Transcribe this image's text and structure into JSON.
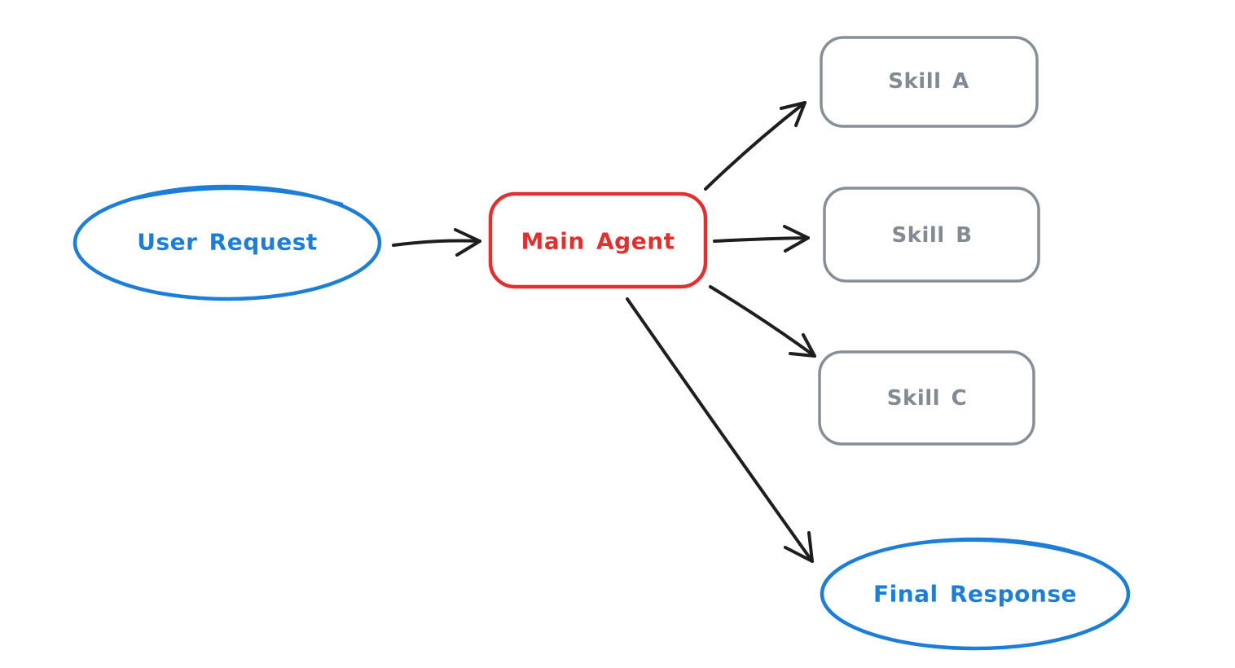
{
  "diagram": {
    "background_color": "#ffffff",
    "edge_color": "#1e1e1e",
    "palette": {
      "blue": "#1c7ed6",
      "red": "#e03131",
      "gray": "#868e96",
      "black": "#1e1e1e"
    },
    "nodes": [
      {
        "id": "user-request",
        "label": "User Request",
        "shape": "ellipse",
        "stroke": "#1c7ed6"
      },
      {
        "id": "main-agent",
        "label": "Main Agent",
        "shape": "rounded-rectangle",
        "stroke": "#e03131"
      },
      {
        "id": "skill-a",
        "label": "Skill A",
        "shape": "rounded-rectangle",
        "stroke": "#868e96"
      },
      {
        "id": "skill-b",
        "label": "Skill B",
        "shape": "rounded-rectangle",
        "stroke": "#868e96"
      },
      {
        "id": "skill-c",
        "label": "Skill C",
        "shape": "rounded-rectangle",
        "stroke": "#868e96"
      },
      {
        "id": "final-response",
        "label": "Final Response",
        "shape": "ellipse",
        "stroke": "#1c7ed6"
      }
    ],
    "edges": [
      {
        "from": "user-request",
        "to": "main-agent"
      },
      {
        "from": "main-agent",
        "to": "skill-a"
      },
      {
        "from": "main-agent",
        "to": "skill-b"
      },
      {
        "from": "main-agent",
        "to": "skill-c"
      },
      {
        "from": "main-agent",
        "to": "final-response"
      }
    ]
  }
}
